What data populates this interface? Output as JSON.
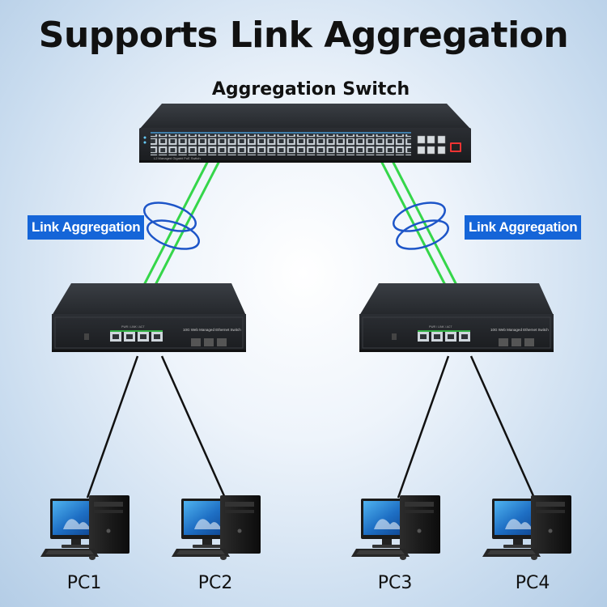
{
  "title": "Supports Link Aggregation",
  "subtitle": "Aggregation Switch",
  "aggregation_switch": {
    "silkscreen": "L2 Managed Gigabit PoE Switch"
  },
  "link_badges": {
    "left": "Link Aggregation",
    "right": "Link Aggregation"
  },
  "access_switches": {
    "label": "10G Web Managed Ethernet Switch",
    "leds": "PWR / LINK / ACT"
  },
  "pcs": [
    {
      "label": "PC1"
    },
    {
      "label": "PC2"
    },
    {
      "label": "PC3"
    },
    {
      "label": "PC4"
    }
  ],
  "colors": {
    "accent": "#1565d8",
    "aggregation_link": "#35d64a",
    "pc_cable": "#111111",
    "switch_body": "#2a2d31",
    "ring": "#1d55c8"
  },
  "icons": [
    "aggregation-switch-icon",
    "access-switch-icon",
    "desktop-pc-icon",
    "link-ring-icon"
  ]
}
